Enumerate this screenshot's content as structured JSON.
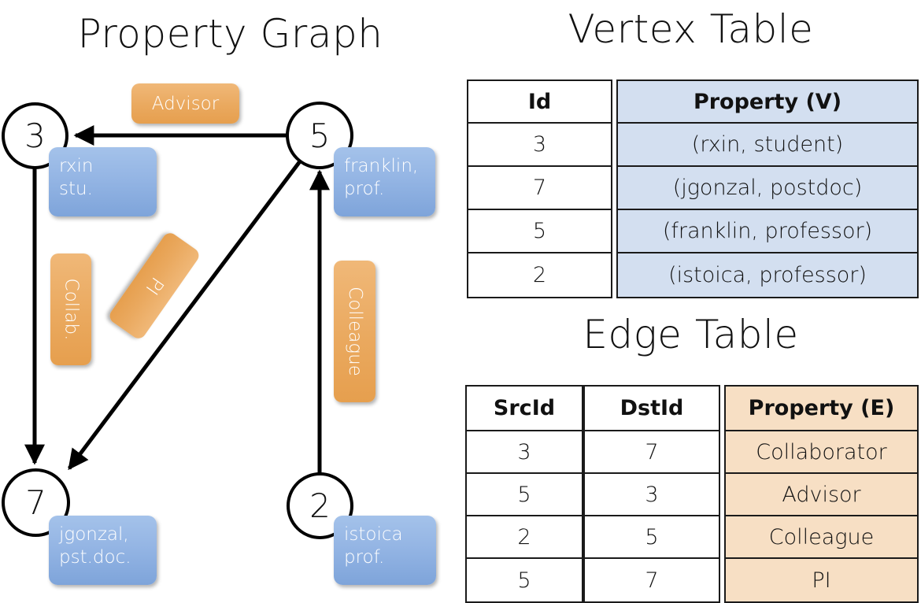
{
  "titles": {
    "graph": "Property Graph",
    "vertex_table": "Vertex Table",
    "edge_table": "Edge Table"
  },
  "graph": {
    "nodes": [
      {
        "id": "3",
        "label": "3",
        "property_line1": "rxin",
        "property_line2": "stu."
      },
      {
        "id": "5",
        "label": "5",
        "property_line1": "franklin,",
        "property_line2": "prof."
      },
      {
        "id": "7",
        "label": "7",
        "property_line1": "jgonzal,",
        "property_line2": "pst.doc."
      },
      {
        "id": "2",
        "label": "2",
        "property_line1": "istoica",
        "property_line2": "prof."
      }
    ],
    "edge_labels": [
      {
        "name": "advisor",
        "text": "Advisor",
        "src": "5",
        "dst": "3"
      },
      {
        "name": "collab",
        "text": "Collab.",
        "src": "3",
        "dst": "7"
      },
      {
        "name": "pi",
        "text": "PI",
        "src": "5",
        "dst": "7"
      },
      {
        "name": "colleague",
        "text": "Colleague",
        "src": "2",
        "dst": "5"
      }
    ]
  },
  "vertex_table": {
    "headers": [
      "Id",
      "Property (V)"
    ],
    "rows": [
      {
        "id": "3",
        "property": "(rxin, student)"
      },
      {
        "id": "7",
        "property": "(jgonzal, postdoc)"
      },
      {
        "id": "5",
        "property": "(franklin, professor)"
      },
      {
        "id": "2",
        "property": "(istoica, professor)"
      }
    ]
  },
  "edge_table": {
    "headers": [
      "SrcId",
      "DstId",
      "Property (E)"
    ],
    "rows": [
      {
        "src": "3",
        "dst": "7",
        "property": "Collaborator"
      },
      {
        "src": "5",
        "dst": "3",
        "property": "Advisor"
      },
      {
        "src": "2",
        "dst": "5",
        "property": "Colleague"
      },
      {
        "src": "5",
        "dst": "7",
        "property": "PI"
      }
    ]
  },
  "colors": {
    "vertex_property_fill": "#d3dff0",
    "edge_property_fill": "#f7dfc4",
    "node_box_blue": "#94b5e4",
    "edge_label_orange": "#eaa95f",
    "stroke": "#1a1a1a",
    "background": "#ffffff"
  }
}
